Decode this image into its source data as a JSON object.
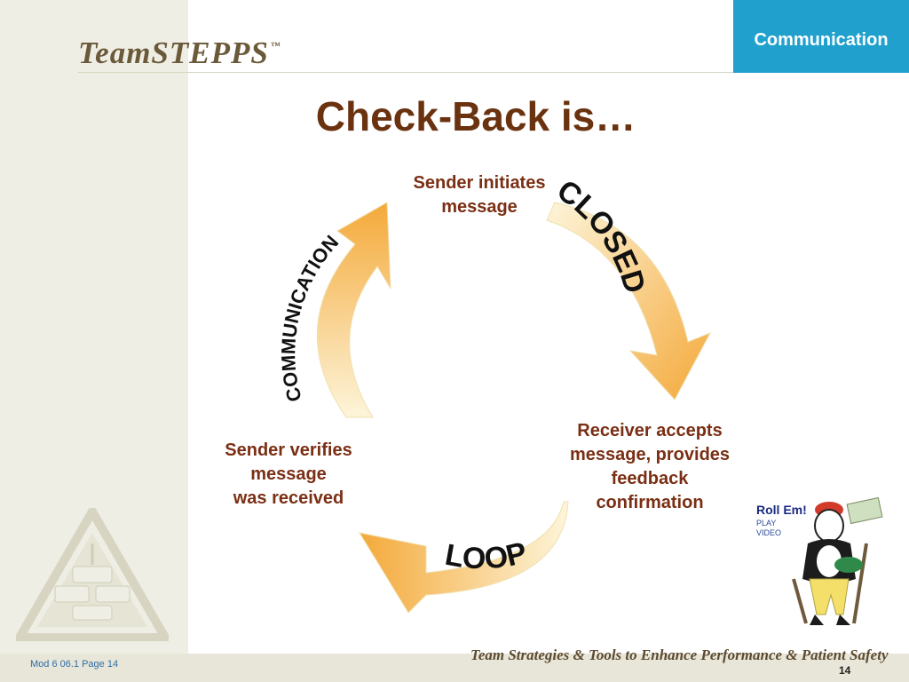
{
  "header": {
    "logo": "TeamSTEPPS",
    "trademark": "™",
    "section_tab": "Communication"
  },
  "slide": {
    "title": "Check-Back is…",
    "labels": {
      "top": [
        "Sender initiates",
        "message"
      ],
      "right": [
        "Receiver accepts",
        "message, provides",
        "feedback",
        "confirmation"
      ],
      "left": [
        "Sender verifies",
        "message",
        "was received"
      ]
    },
    "arrows": {
      "closed": "CLOSED",
      "loop": "LOOP",
      "communication": "COMMUNICATION"
    }
  },
  "video": {
    "title": "Roll Em!",
    "line1": "PLAY",
    "line2": "VIDEO"
  },
  "footer": {
    "module": "Mod 6 06.1   Page 14",
    "tagline": "Team Strategies & Tools to Enhance Performance & Patient Safety",
    "page": "14"
  },
  "colors": {
    "section_tab": "#1fa0cd",
    "title": "#6b3210",
    "labels": "#7a2f14",
    "arrow_light": "#fdf5da",
    "arrow_dark": "#f4a93a"
  }
}
